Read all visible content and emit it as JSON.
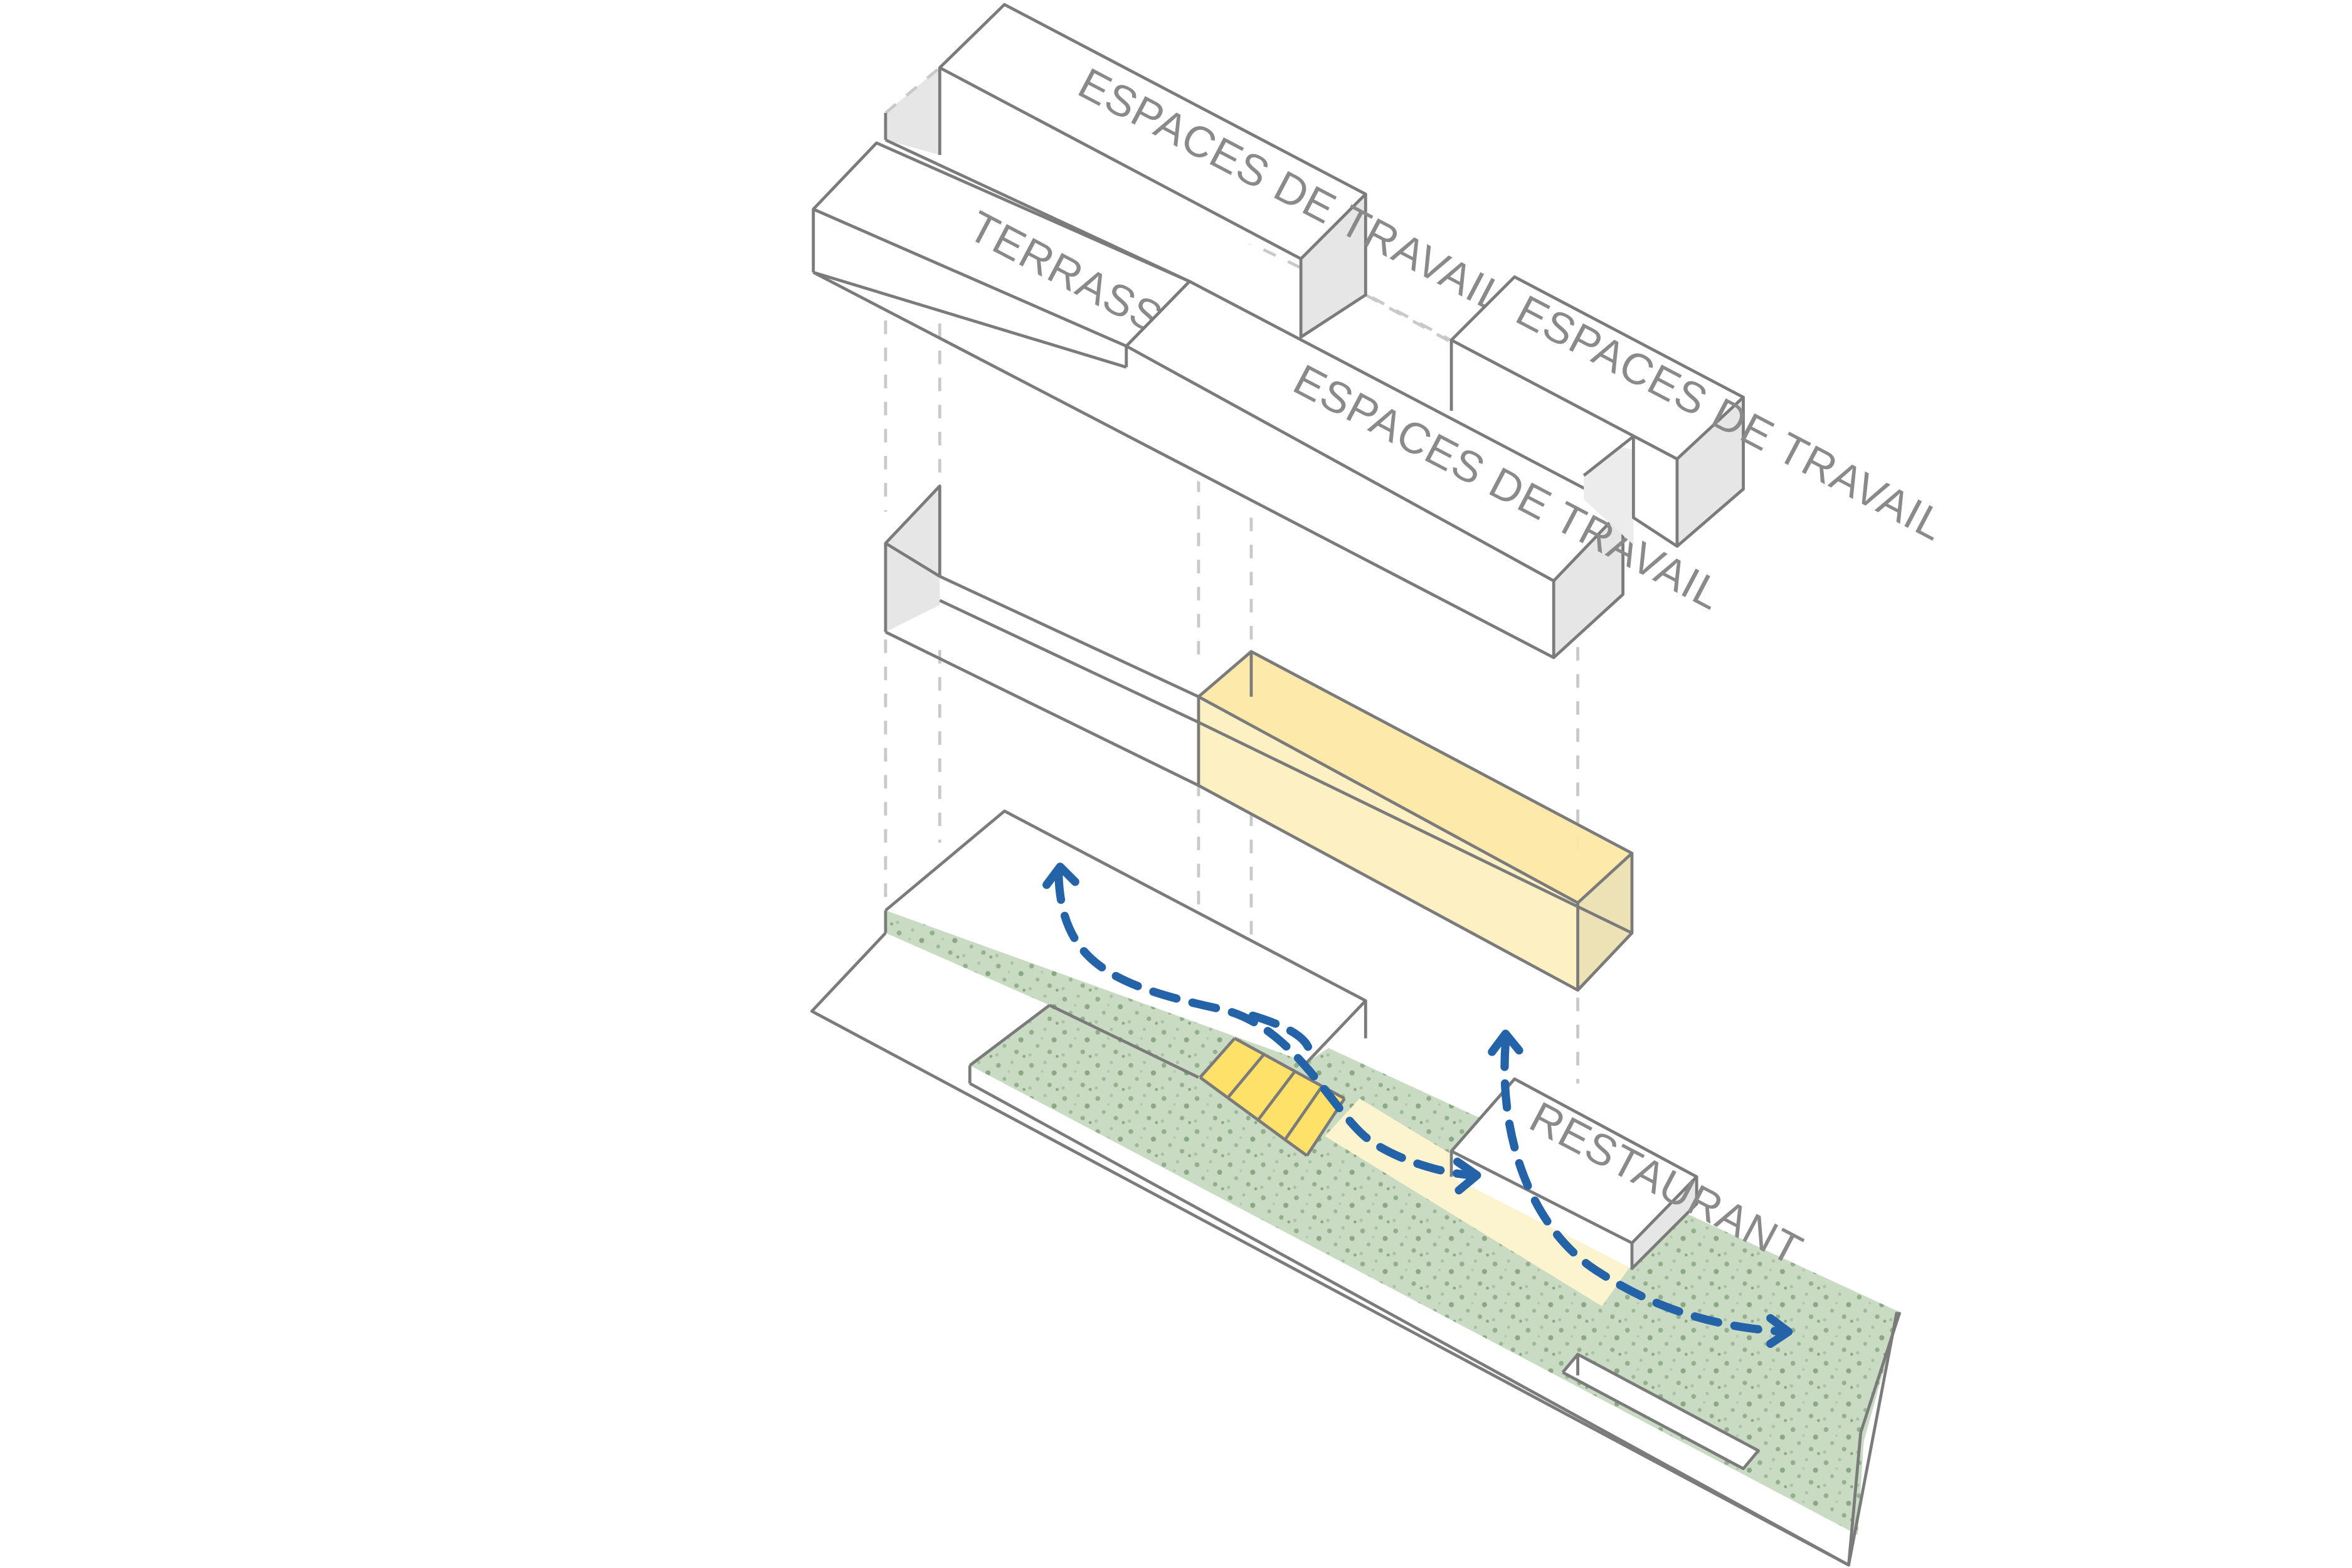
{
  "colors": {
    "edge": "#7b7b7b",
    "guide": "#c9c9c9",
    "shade": "#e6e6e6",
    "green": "#c9dbc2",
    "green_speckle": "#93b08c",
    "yellow_volume": "#fdf0c2",
    "yellow_volume_top": "#fde9a6",
    "yellow_volume_side": "#ede2b6",
    "stairs": "#fde168",
    "path_pale": "#fcf3cf",
    "arrow": "#2563a8"
  },
  "labels": {
    "top_left_block": "ESPACES DE TRAVAIL",
    "terrace": "TERRASSE",
    "central_block": "ESPACES DE TRAVAIL",
    "right_block": "ESPACES DE TRAVAIL",
    "restaurant": "RESTAURANT"
  },
  "icons": {
    "flow_arrows": "arrow-head-icon"
  }
}
